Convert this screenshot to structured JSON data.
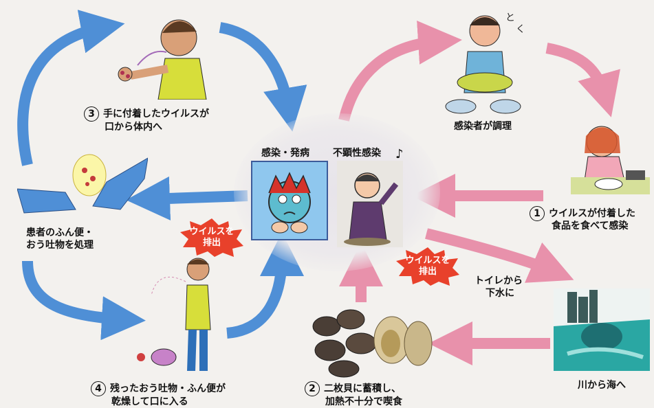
{
  "center": {
    "left_title": "感染・発病",
    "right_title": "不顕性感染",
    "left_burst": [
      "ウイルスを",
      "排出"
    ],
    "right_burst": [
      "ウイルスを",
      "排出"
    ]
  },
  "steps": {
    "step1": {
      "number": "1",
      "line1": "ウイルスが付着した",
      "line2": "食品を食べて感染"
    },
    "step2": {
      "number": "2",
      "line1": "二枚貝に蓄積し、",
      "line2": "加熱不十分で喫食"
    },
    "step3": {
      "number": "3",
      "line1": "手に付着したウイルスが",
      "line2": "口から体内へ"
    },
    "step4": {
      "number": "4",
      "line1": "残ったおう吐物・ふん便が",
      "line2": "乾燥して口に入る"
    }
  },
  "labels": {
    "cook": "感染者が調理",
    "patient_line1": "患者のふん便・",
    "patient_line2": "おう吐物を処理",
    "toilet_line1": "トイレから",
    "toilet_line2": "下水に",
    "river": "川から海へ"
  },
  "colors": {
    "blue_arrow": "#4f8fd6",
    "pink_arrow": "#e891ab",
    "burst": "#e8412b",
    "box_blue": "#8fc7ee"
  }
}
